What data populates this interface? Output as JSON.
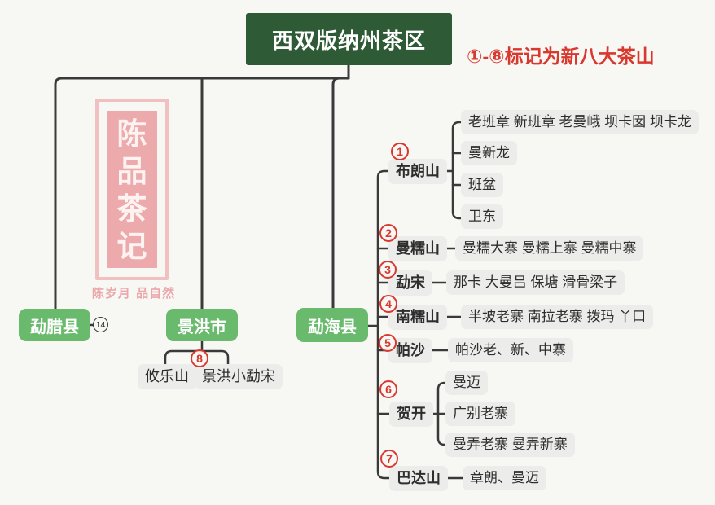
{
  "title": "西双版纳州茶区",
  "legend": "①-⑧标记为新八大茶山",
  "watermark": {
    "seal_chars": [
      "陈",
      "品",
      "茶",
      "记"
    ],
    "tagline": "陈岁月 品自然"
  },
  "colors": {
    "title_bg": "#2e5a35",
    "county_bg": "#69ba6d",
    "node_bg": "#ececea",
    "accent_red": "#d9382e",
    "line": "#3a3a3a",
    "seal_pink": "#edaaad",
    "background": "#f7f7f4"
  },
  "counties": {
    "mengla": {
      "label": "勐腊县",
      "badge": "14"
    },
    "jinghong": {
      "label": "景洪市",
      "badge": "8",
      "children": [
        "攸乐山",
        "景洪小勐宋"
      ]
    },
    "menghai": {
      "label": "勐海县"
    }
  },
  "menghai_branches": [
    {
      "num": "1",
      "label": "布朗山",
      "villages": [
        "老班章 新班章 老曼峨 坝卡囡 坝卡龙",
        "曼新龙",
        "班盆",
        "卫东"
      ]
    },
    {
      "num": "2",
      "label": "曼糯山",
      "villages": [
        "曼糯大寨 曼糯上寨 曼糯中寨"
      ]
    },
    {
      "num": "3",
      "label": "勐宋",
      "villages": [
        "那卡 大曼吕 保塘 滑骨梁子"
      ]
    },
    {
      "num": "4",
      "label": "南糯山",
      "villages": [
        "半坡老寨 南拉老寨 拨玛 丫口"
      ]
    },
    {
      "num": "5",
      "label": "帕沙",
      "villages": [
        "帕沙老、新、中寨"
      ]
    },
    {
      "num": "6",
      "label": "贺开",
      "villages": [
        "曼迈",
        "广别老寨",
        "曼弄老寨 曼弄新寨"
      ]
    },
    {
      "num": "7",
      "label": "巴达山",
      "villages": [
        "章朗、曼迈"
      ]
    }
  ]
}
